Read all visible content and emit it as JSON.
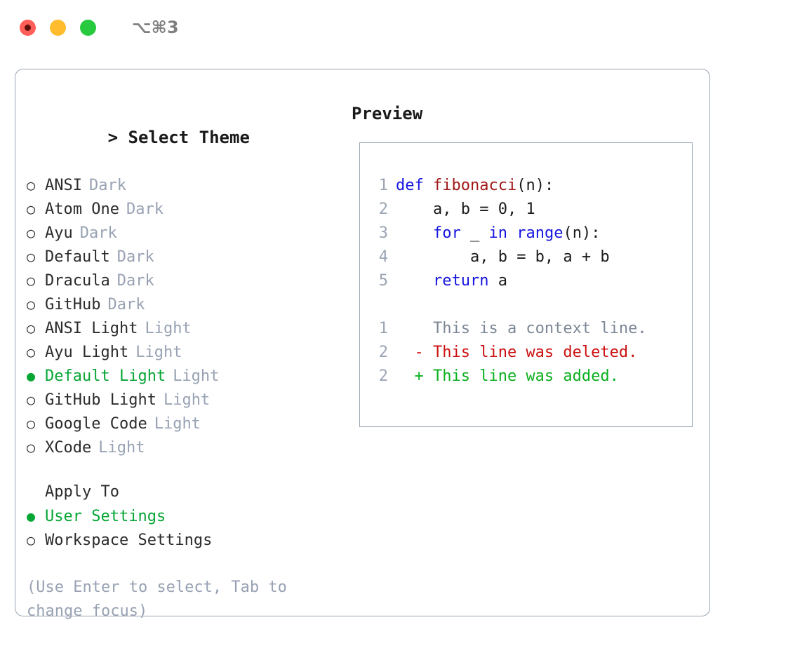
{
  "window": {
    "traffic_lights": [
      "close",
      "minimize",
      "maximize"
    ],
    "shortcut": "⌥⌘3",
    "colors": {
      "red": "#ff5f56",
      "yellow": "#ffbd2e",
      "green": "#27c93f",
      "accent_green": "#06a635",
      "muted_gray": "#98a2b3",
      "border": "#99a5b4"
    }
  },
  "theme_picker": {
    "title": "Select Theme",
    "caret": ">",
    "marker_selected": "●",
    "marker_unselected": "○",
    "items": [
      {
        "name": "ANSI",
        "tag": "Dark",
        "selected": false
      },
      {
        "name": "Atom One",
        "tag": "Dark",
        "selected": false
      },
      {
        "name": "Ayu",
        "tag": "Dark",
        "selected": false
      },
      {
        "name": "Default",
        "tag": "Dark",
        "selected": false
      },
      {
        "name": "Dracula",
        "tag": "Dark",
        "selected": false
      },
      {
        "name": "GitHub",
        "tag": "Dark",
        "selected": false
      },
      {
        "name": "ANSI Light",
        "tag": "Light",
        "selected": false
      },
      {
        "name": "Ayu Light",
        "tag": "Light",
        "selected": false
      },
      {
        "name": "Default Light",
        "tag": "Light",
        "selected": true
      },
      {
        "name": "GitHub Light",
        "tag": "Light",
        "selected": false
      },
      {
        "name": "Google Code",
        "tag": "Light",
        "selected": false
      },
      {
        "name": "XCode",
        "tag": "Light",
        "selected": false
      }
    ]
  },
  "apply_to": {
    "label": "Apply To",
    "options": [
      {
        "name": "User Settings",
        "selected": true
      },
      {
        "name": "Workspace Settings",
        "selected": false
      }
    ]
  },
  "hint": "(Use Enter to select, Tab to change focus)",
  "preview": {
    "title": "Preview",
    "code_lines": [
      {
        "no": "1",
        "indent": "",
        "tokens": [
          {
            "t": "def",
            "c": "kw"
          },
          {
            "t": " ",
            "c": "plain"
          },
          {
            "t": "fibonacci",
            "c": "fn"
          },
          {
            "t": "(n):",
            "c": "plain"
          }
        ]
      },
      {
        "no": "2",
        "indent": "    ",
        "tokens": [
          {
            "t": "a, b = 0, 1",
            "c": "plain"
          }
        ]
      },
      {
        "no": "3",
        "indent": "    ",
        "tokens": [
          {
            "t": "for",
            "c": "kw"
          },
          {
            "t": " _ ",
            "c": "plain"
          },
          {
            "t": "in",
            "c": "kw"
          },
          {
            "t": " ",
            "c": "plain"
          },
          {
            "t": "range",
            "c": "kw"
          },
          {
            "t": "(n):",
            "c": "plain"
          }
        ]
      },
      {
        "no": "4",
        "indent": "        ",
        "tokens": [
          {
            "t": "a, b = b, a + b",
            "c": "plain"
          }
        ]
      },
      {
        "no": "5",
        "indent": "    ",
        "tokens": [
          {
            "t": "return",
            "c": "kw"
          },
          {
            "t": " a",
            "c": "plain"
          }
        ]
      }
    ],
    "diff_lines": [
      {
        "no": "1",
        "sign": " ",
        "text": "This is a context line.",
        "kind": "ctx"
      },
      {
        "no": "2",
        "sign": "-",
        "text": "This line was deleted.",
        "kind": "del"
      },
      {
        "no": "2",
        "sign": "+",
        "text": "This line was added.",
        "kind": "add"
      }
    ]
  }
}
